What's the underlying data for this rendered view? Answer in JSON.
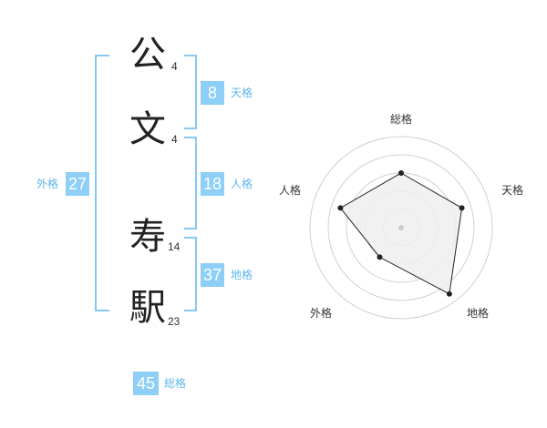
{
  "name_chars": [
    {
      "char": "公",
      "strokes": "4"
    },
    {
      "char": "文",
      "strokes": "4"
    },
    {
      "char": "寿",
      "strokes": "14"
    },
    {
      "char": "駅",
      "strokes": "23"
    }
  ],
  "kakusu": {
    "tenkaku": {
      "value": "8",
      "label": "天格"
    },
    "jinkaku": {
      "value": "18",
      "label": "人格"
    },
    "chikaku": {
      "value": "37",
      "label": "地格"
    },
    "gaikaku": {
      "value": "27",
      "label": "外格"
    },
    "soukaku": {
      "value": "45",
      "label": "総格"
    }
  },
  "chart_data": {
    "type": "radar",
    "axes": [
      "総格",
      "天格",
      "地格",
      "外格",
      "人格"
    ],
    "values": [
      3.0,
      3.5,
      4.5,
      2.0,
      3.5
    ],
    "max": 5,
    "rings": [
      1,
      2,
      3,
      4,
      5
    ],
    "colors": {
      "fill": "#efefef",
      "ring": "#d0d0d0",
      "line": "#222222"
    }
  }
}
